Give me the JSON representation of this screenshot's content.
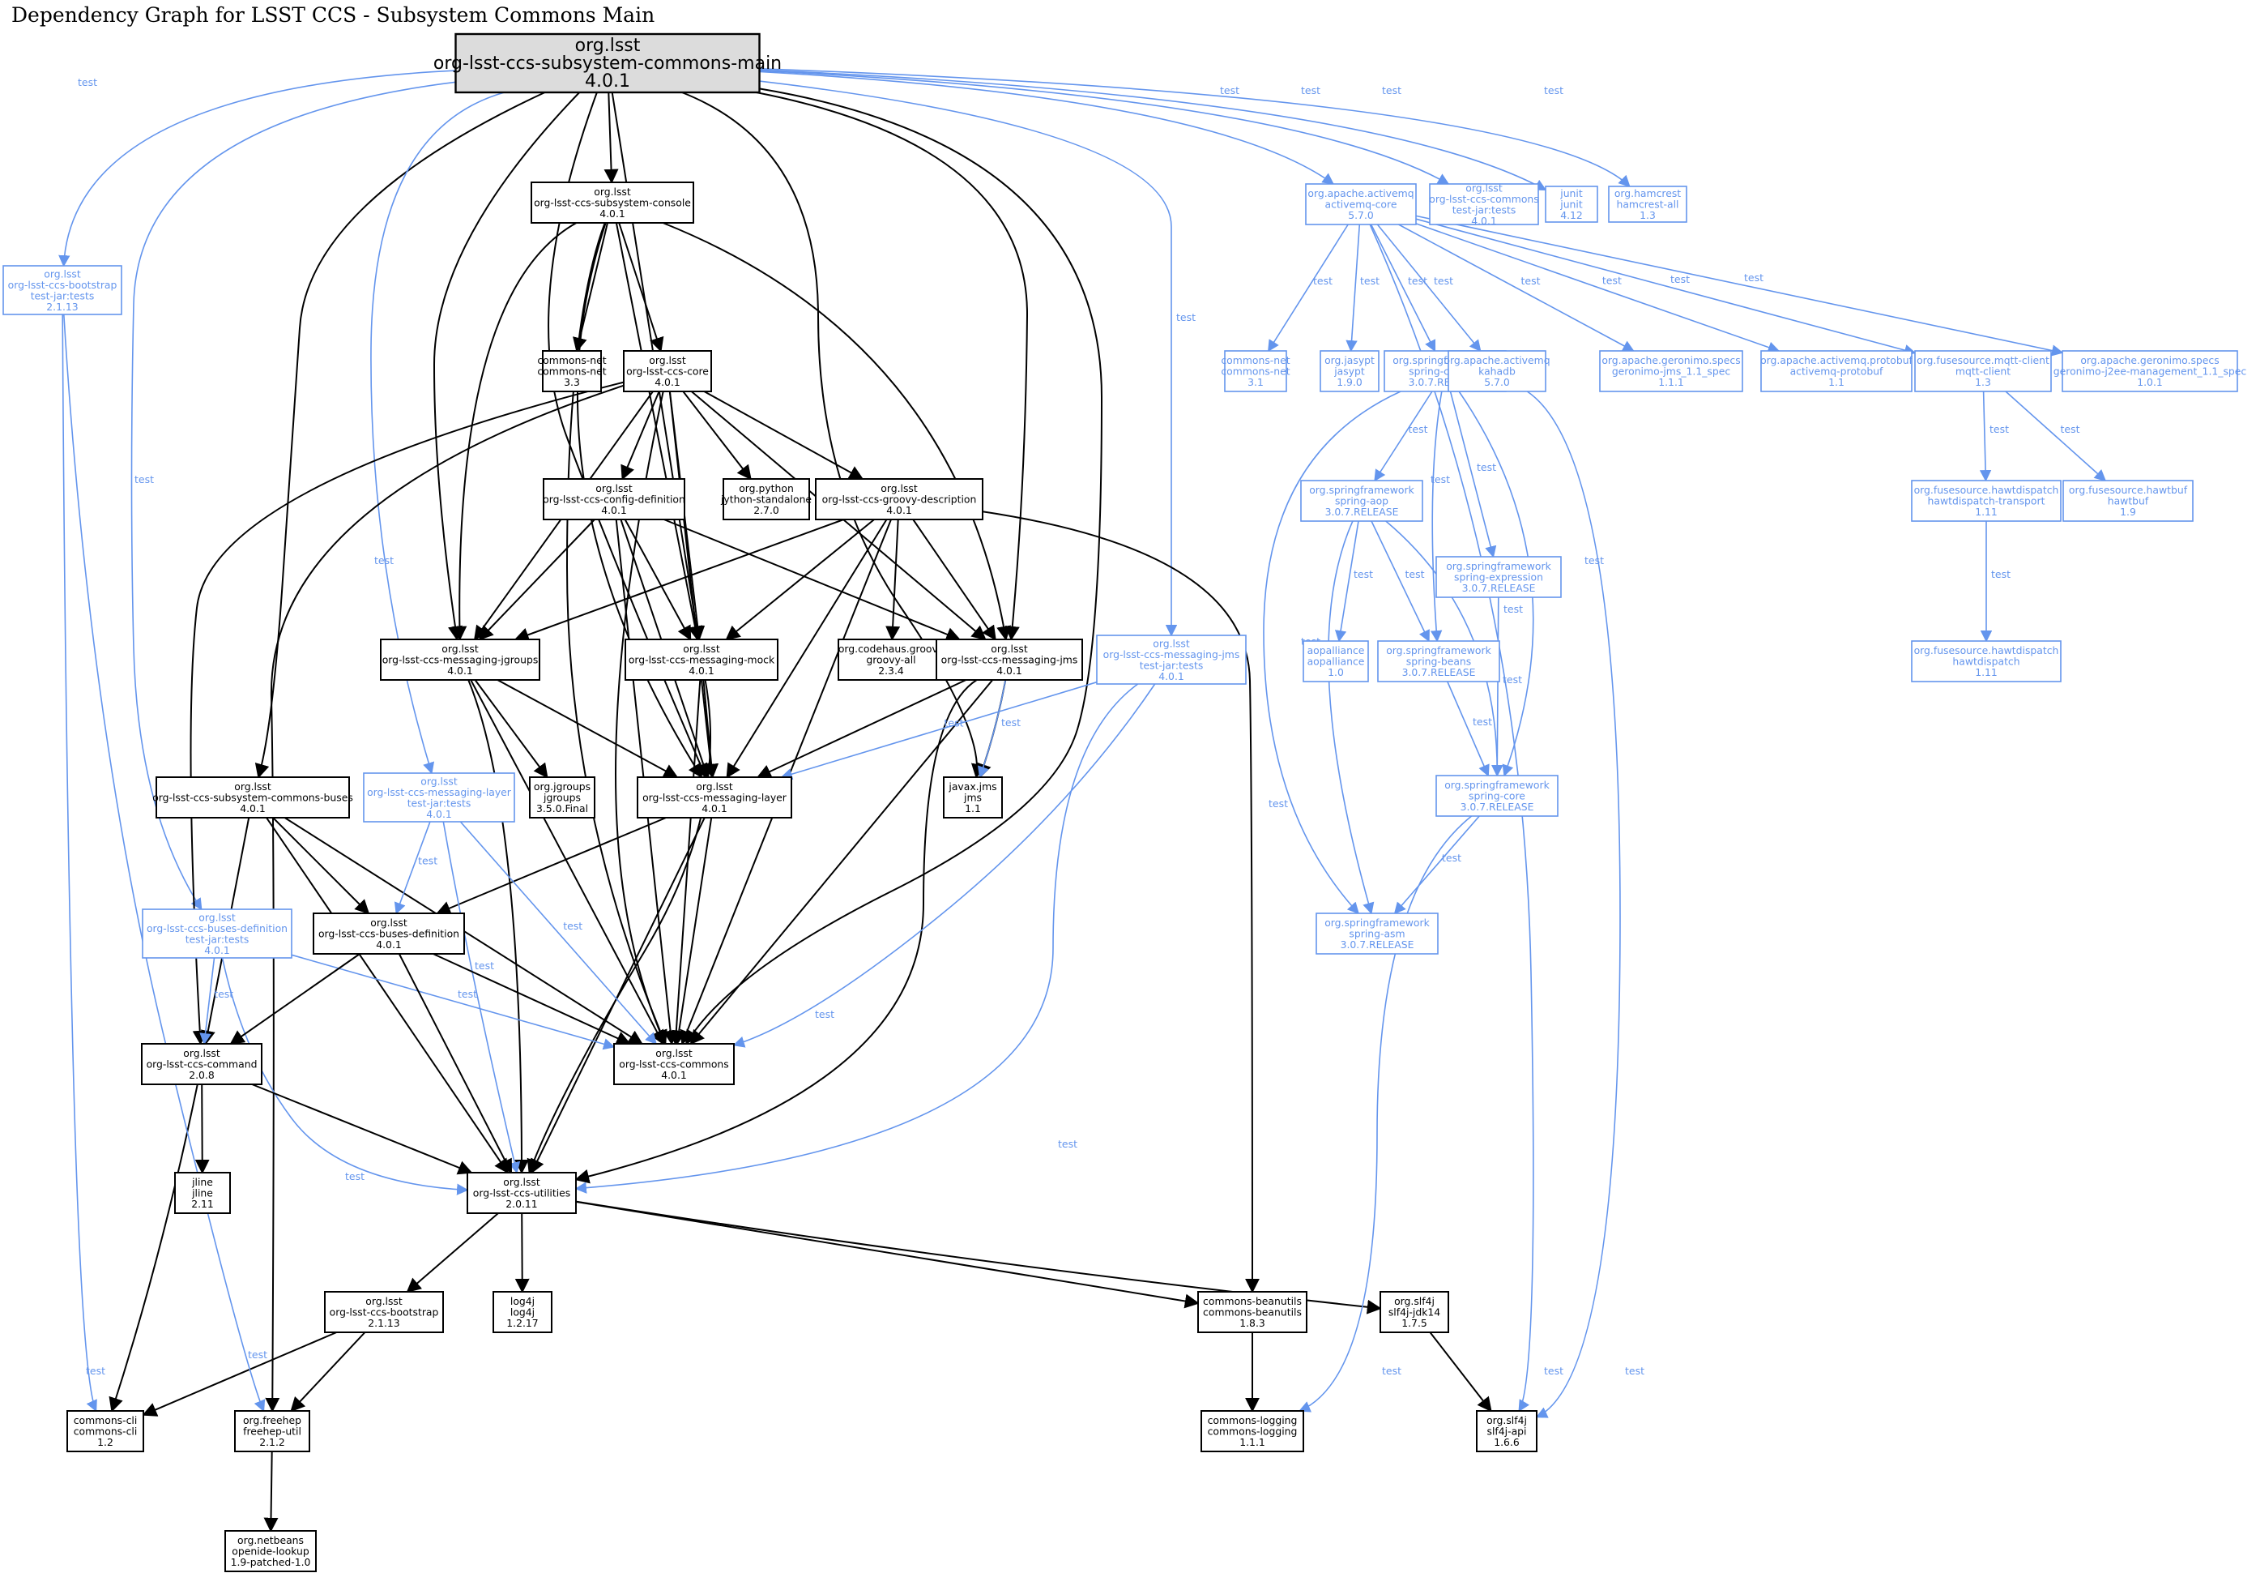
{
  "title": "Dependency Graph for LSST CCS - Subsystem Commons Main",
  "colors": {
    "compile": "#000000",
    "test": "#6495ed",
    "root_fill": "#dcdcdc"
  },
  "nodes": {
    "root": {
      "lines": [
        "org.lsst",
        "org-lsst-ccs-subsystem-commons-main",
        "4.0.1"
      ],
      "root": true
    },
    "console": {
      "lines": [
        "org.lsst",
        "org-lsst-ccs-subsystem-console",
        "4.0.1"
      ]
    },
    "commons_net": {
      "lines": [
        "commons-net",
        "commons-net",
        "3.3"
      ]
    },
    "core": {
      "lines": [
        "org.lsst",
        "org-lsst-ccs-core",
        "4.0.1"
      ]
    },
    "config_def": {
      "lines": [
        "org.lsst",
        "org-lsst-ccs-config-definition",
        "4.0.1"
      ]
    },
    "jython": {
      "lines": [
        "org.python",
        "jython-standalone",
        "2.7.0"
      ]
    },
    "groovy_desc": {
      "lines": [
        "org.lsst",
        "org-lsst-ccs-groovy-description",
        "4.0.1"
      ]
    },
    "jgroups_msg": {
      "lines": [
        "org.lsst",
        "org-lsst-ccs-messaging-jgroups",
        "4.0.1"
      ]
    },
    "msg_mock": {
      "lines": [
        "org.lsst",
        "org-lsst-ccs-messaging-mock",
        "4.0.1"
      ]
    },
    "groovy_all": {
      "lines": [
        "org.codehaus.groovy",
        "groovy-all",
        "2.3.4"
      ]
    },
    "msg_jms": {
      "lines": [
        "org.lsst",
        "org-lsst-ccs-messaging-jms",
        "4.0.1"
      ]
    },
    "jms_tests": {
      "lines": [
        "org.lsst",
        "org-lsst-ccs-messaging-jms",
        "test-jar:tests",
        "4.0.1"
      ],
      "test": true
    },
    "buses": {
      "lines": [
        "org.lsst",
        "org-lsst-ccs-subsystem-commons-buses",
        "4.0.1"
      ]
    },
    "layer_tests": {
      "lines": [
        "org.lsst",
        "org-lsst-ccs-messaging-layer",
        "test-jar:tests",
        "4.0.1"
      ],
      "test": true
    },
    "jgroups": {
      "lines": [
        "org.jgroups",
        "jgroups",
        "3.5.0.Final"
      ]
    },
    "msg_layer": {
      "lines": [
        "org.lsst",
        "org-lsst-ccs-messaging-layer",
        "4.0.1"
      ]
    },
    "javax_jms": {
      "lines": [
        "javax.jms",
        "jms",
        "1.1"
      ]
    },
    "bootstrap_tests": {
      "lines": [
        "org.lsst",
        "org-lsst-ccs-bootstrap",
        "test-jar:tests",
        "2.1.13"
      ],
      "test": true
    },
    "buses_def_tests": {
      "lines": [
        "org.lsst",
        "org-lsst-ccs-buses-definition",
        "test-jar:tests",
        "4.0.1"
      ],
      "test": true
    },
    "buses_def": {
      "lines": [
        "org.lsst",
        "org-lsst-ccs-buses-definition",
        "4.0.1"
      ]
    },
    "command": {
      "lines": [
        "org.lsst",
        "org-lsst-ccs-command",
        "2.0.8"
      ]
    },
    "ccs_commons": {
      "lines": [
        "org.lsst",
        "org-lsst-ccs-commons",
        "4.0.1"
      ]
    },
    "jline": {
      "lines": [
        "jline",
        "jline",
        "2.11"
      ]
    },
    "utilities": {
      "lines": [
        "org.lsst",
        "org-lsst-ccs-utilities",
        "2.0.11"
      ]
    },
    "bootstrap": {
      "lines": [
        "org.lsst",
        "org-lsst-ccs-bootstrap",
        "2.1.13"
      ]
    },
    "log4j": {
      "lines": [
        "log4j",
        "log4j",
        "1.2.17"
      ]
    },
    "beanutils": {
      "lines": [
        "commons-beanutils",
        "commons-beanutils",
        "1.8.3"
      ]
    },
    "slf4j_jdk": {
      "lines": [
        "org.slf4j",
        "slf4j-jdk14",
        "1.7.5"
      ]
    },
    "commons_cli": {
      "lines": [
        "commons-cli",
        "commons-cli",
        "1.2"
      ]
    },
    "freehep": {
      "lines": [
        "org.freehep",
        "freehep-util",
        "2.1.2"
      ]
    },
    "commons_logging": {
      "lines": [
        "commons-logging",
        "commons-logging",
        "1.1.1"
      ]
    },
    "slf4j_api": {
      "lines": [
        "org.slf4j",
        "slf4j-api",
        "1.6.6"
      ]
    },
    "openide": {
      "lines": [
        "org.netbeans",
        "openide-lookup",
        "1.9-patched-1.0"
      ]
    },
    "amq_core": {
      "lines": [
        "org.apache.activemq",
        "activemq-core",
        "5.7.0"
      ],
      "test": true
    },
    "commons_tests": {
      "lines": [
        "org.lsst",
        "org-lsst-ccs-commons",
        "test-jar:tests",
        "4.0.1"
      ],
      "test": true
    },
    "junit": {
      "lines": [
        "junit",
        "junit",
        "4.12"
      ],
      "test": true
    },
    "hamcrest": {
      "lines": [
        "org.hamcrest",
        "hamcrest-all",
        "1.3"
      ],
      "test": true
    },
    "t_commons_net": {
      "lines": [
        "commons-net",
        "commons-net",
        "3.1"
      ],
      "test": true
    },
    "jasypt": {
      "lines": [
        "org.jasypt",
        "jasypt",
        "1.9.0"
      ],
      "test": true
    },
    "spring_context": {
      "lines": [
        "org.springframework",
        "spring-context",
        "3.0.7.RELEASE"
      ],
      "test": true
    },
    "kahadb": {
      "lines": [
        "org.apache.activemq",
        "kahadb",
        "5.7.0"
      ],
      "test": true
    },
    "geronimo_jms": {
      "lines": [
        "org.apache.geronimo.specs",
        "geronimo-jms_1.1_spec",
        "1.1.1"
      ],
      "test": true
    },
    "amq_protobuf": {
      "lines": [
        "org.apache.activemq.protobuf",
        "activemq-protobuf",
        "1.1"
      ],
      "test": true
    },
    "mqtt": {
      "lines": [
        "org.fusesource.mqtt-client",
        "mqtt-client",
        "1.3"
      ],
      "test": true
    },
    "geronimo_j2ee": {
      "lines": [
        "org.apache.geronimo.specs",
        "geronimo-j2ee-management_1.1_spec",
        "1.0.1"
      ],
      "test": true
    },
    "spring_aop": {
      "lines": [
        "org.springframework",
        "spring-aop",
        "3.0.7.RELEASE"
      ],
      "test": true
    },
    "spring_expr": {
      "lines": [
        "org.springframework",
        "spring-expression",
        "3.0.7.RELEASE"
      ],
      "test": true
    },
    "aopalliance": {
      "lines": [
        "aopalliance",
        "aopalliance",
        "1.0"
      ],
      "test": true
    },
    "spring_beans": {
      "lines": [
        "org.springframework",
        "spring-beans",
        "3.0.7.RELEASE"
      ],
      "test": true
    },
    "spring_core": {
      "lines": [
        "org.springframework",
        "spring-core",
        "3.0.7.RELEASE"
      ],
      "test": true
    },
    "spring_asm": {
      "lines": [
        "org.springframework",
        "spring-asm",
        "3.0.7.RELEASE"
      ],
      "test": true
    },
    "hawt_transport": {
      "lines": [
        "org.fusesource.hawtdispatch",
        "hawtdispatch-transport",
        "1.11"
      ],
      "test": true
    },
    "hawtbuf": {
      "lines": [
        "org.fusesource.hawtbuf",
        "hawtbuf",
        "1.9"
      ],
      "test": true
    },
    "hawtdispatch": {
      "lines": [
        "org.fusesource.hawtdispatch",
        "hawtdispatch",
        "1.11"
      ],
      "test": true
    }
  },
  "edges": [
    {
      "from": "root",
      "to": "console"
    },
    {
      "from": "root",
      "to": "buses"
    },
    {
      "from": "root",
      "to": "jgroups_msg"
    },
    {
      "from": "root",
      "to": "msg_layer"
    },
    {
      "from": "root",
      "to": "ccs_commons"
    },
    {
      "from": "root",
      "to": "msg_mock"
    },
    {
      "from": "root",
      "to": "msg_jms"
    },
    {
      "from": "root",
      "to": "javax_jms"
    },
    {
      "from": "root",
      "to": "bootstrap_tests",
      "label": "test"
    },
    {
      "from": "root",
      "to": "buses_def_tests",
      "label": "test"
    },
    {
      "from": "root",
      "to": "layer_tests",
      "label": "test"
    },
    {
      "from": "root",
      "to": "jms_tests",
      "label": "test"
    },
    {
      "from": "root",
      "to": "amq_core",
      "label": "test"
    },
    {
      "from": "root",
      "to": "commons_tests",
      "label": "test"
    },
    {
      "from": "root",
      "to": "junit",
      "label": "test"
    },
    {
      "from": "root",
      "to": "hamcrest",
      "label": "test"
    },
    {
      "from": "console",
      "to": "commons_net"
    },
    {
      "from": "console",
      "to": "core"
    },
    {
      "from": "console",
      "to": "jgroups_msg"
    },
    {
      "from": "console",
      "to": "msg_mock"
    },
    {
      "from": "console",
      "to": "msg_jms"
    },
    {
      "from": "console",
      "to": "msg_layer"
    },
    {
      "from": "console",
      "to": "ccs_commons"
    },
    {
      "from": "core",
      "to": "config_def"
    },
    {
      "from": "core",
      "to": "jython"
    },
    {
      "from": "core",
      "to": "groovy_desc"
    },
    {
      "from": "core",
      "to": "jgroups_msg"
    },
    {
      "from": "core",
      "to": "msg_mock"
    },
    {
      "from": "core",
      "to": "msg_jms"
    },
    {
      "from": "core",
      "to": "msg_layer"
    },
    {
      "from": "core",
      "to": "command"
    },
    {
      "from": "core",
      "to": "freehep"
    },
    {
      "from": "core",
      "to": "ccs_commons"
    },
    {
      "from": "config_def",
      "to": "jgroups_msg"
    },
    {
      "from": "config_def",
      "to": "msg_mock"
    },
    {
      "from": "config_def",
      "to": "msg_jms"
    },
    {
      "from": "config_def",
      "to": "msg_layer"
    },
    {
      "from": "config_def",
      "to": "ccs_commons"
    },
    {
      "from": "groovy_desc",
      "to": "groovy_all"
    },
    {
      "from": "groovy_desc",
      "to": "jgroups_msg"
    },
    {
      "from": "groovy_desc",
      "to": "msg_mock"
    },
    {
      "from": "groovy_desc",
      "to": "msg_jms"
    },
    {
      "from": "groovy_desc",
      "to": "msg_layer"
    },
    {
      "from": "groovy_desc",
      "to": "ccs_commons"
    },
    {
      "from": "groovy_desc",
      "to": "beanutils"
    },
    {
      "from": "jgroups_msg",
      "to": "jgroups"
    },
    {
      "from": "jgroups_msg",
      "to": "msg_layer"
    },
    {
      "from": "jgroups_msg",
      "to": "ccs_commons"
    },
    {
      "from": "jgroups_msg",
      "to": "utilities"
    },
    {
      "from": "msg_mock",
      "to": "msg_layer"
    },
    {
      "from": "msg_mock",
      "to": "ccs_commons"
    },
    {
      "from": "msg_mock",
      "to": "utilities"
    },
    {
      "from": "msg_jms",
      "to": "javax_jms"
    },
    {
      "from": "msg_jms",
      "to": "msg_layer"
    },
    {
      "from": "msg_jms",
      "to": "ccs_commons"
    },
    {
      "from": "msg_jms",
      "to": "utilities"
    },
    {
      "from": "msg_jms",
      "to": "javax_jms",
      "label": "test"
    },
    {
      "from": "jms_tests",
      "to": "msg_layer",
      "label": "test"
    },
    {
      "from": "jms_tests",
      "to": "ccs_commons",
      "label": "test"
    },
    {
      "from": "jms_tests",
      "to": "utilities",
      "label": "test"
    },
    {
      "from": "msg_layer",
      "to": "buses_def"
    },
    {
      "from": "msg_layer",
      "to": "ccs_commons"
    },
    {
      "from": "msg_layer",
      "to": "utilities"
    },
    {
      "from": "buses",
      "to": "buses_def"
    },
    {
      "from": "buses",
      "to": "command"
    },
    {
      "from": "buses",
      "to": "ccs_commons"
    },
    {
      "from": "buses",
      "to": "utilities"
    },
    {
      "from": "layer_tests",
      "to": "buses_def",
      "label": "test"
    },
    {
      "from": "layer_tests",
      "to": "ccs_commons",
      "label": "test"
    },
    {
      "from": "layer_tests",
      "to": "utilities",
      "label": "test"
    },
    {
      "from": "buses_def_tests",
      "to": "command",
      "label": "test"
    },
    {
      "from": "buses_def_tests",
      "to": "ccs_commons",
      "label": "test"
    },
    {
      "from": "buses_def_tests",
      "to": "utilities",
      "label": "test"
    },
    {
      "from": "buses_def",
      "to": "command"
    },
    {
      "from": "buses_def",
      "to": "ccs_commons"
    },
    {
      "from": "buses_def",
      "to": "utilities"
    },
    {
      "from": "command",
      "to": "jline"
    },
    {
      "from": "command",
      "to": "utilities"
    },
    {
      "from": "command",
      "to": "commons_cli"
    },
    {
      "from": "utilities",
      "to": "bootstrap"
    },
    {
      "from": "utilities",
      "to": "log4j"
    },
    {
      "from": "utilities",
      "to": "beanutils"
    },
    {
      "from": "utilities",
      "to": "slf4j_jdk"
    },
    {
      "from": "bootstrap",
      "to": "commons_cli"
    },
    {
      "from": "bootstrap",
      "to": "freehep"
    },
    {
      "from": "bootstrap_tests",
      "to": "commons_cli",
      "label": "test"
    },
    {
      "from": "bootstrap_tests",
      "to": "freehep",
      "label": "test"
    },
    {
      "from": "freehep",
      "to": "openide"
    },
    {
      "from": "beanutils",
      "to": "commons_logging"
    },
    {
      "from": "slf4j_jdk",
      "to": "slf4j_api"
    },
    {
      "from": "amq_core",
      "to": "t_commons_net",
      "label": "test"
    },
    {
      "from": "amq_core",
      "to": "jasypt",
      "label": "test"
    },
    {
      "from": "amq_core",
      "to": "spring_context",
      "label": "test"
    },
    {
      "from": "amq_core",
      "to": "kahadb",
      "label": "test"
    },
    {
      "from": "amq_core",
      "to": "geronimo_jms",
      "label": "test"
    },
    {
      "from": "amq_core",
      "to": "amq_protobuf",
      "label": "test"
    },
    {
      "from": "amq_core",
      "to": "mqtt",
      "label": "test"
    },
    {
      "from": "amq_core",
      "to": "geronimo_j2ee",
      "label": "test"
    },
    {
      "from": "amq_core",
      "to": "slf4j_api",
      "label": "test"
    },
    {
      "from": "kahadb",
      "to": "slf4j_api",
      "label": "test"
    },
    {
      "from": "spring_context",
      "to": "spring_aop",
      "label": "test"
    },
    {
      "from": "spring_context",
      "to": "spring_expr",
      "label": "test"
    },
    {
      "from": "spring_context",
      "to": "spring_beans",
      "label": "test"
    },
    {
      "from": "spring_context",
      "to": "spring_core",
      "label": "test"
    },
    {
      "from": "spring_context",
      "to": "spring_asm",
      "label": "test"
    },
    {
      "from": "spring_aop",
      "to": "aopalliance",
      "label": "test"
    },
    {
      "from": "spring_aop",
      "to": "spring_beans",
      "label": "test"
    },
    {
      "from": "spring_aop",
      "to": "spring_core",
      "label": "test"
    },
    {
      "from": "spring_aop",
      "to": "spring_asm",
      "label": "test"
    },
    {
      "from": "spring_expr",
      "to": "spring_core",
      "label": "test"
    },
    {
      "from": "spring_beans",
      "to": "spring_core",
      "label": "test"
    },
    {
      "from": "spring_core",
      "to": "spring_asm",
      "label": "test"
    },
    {
      "from": "spring_core",
      "to": "commons_logging",
      "label": "test"
    },
    {
      "from": "mqtt",
      "to": "hawt_transport",
      "label": "test"
    },
    {
      "from": "mqtt",
      "to": "hawtbuf",
      "label": "test"
    },
    {
      "from": "hawt_transport",
      "to": "hawtdispatch",
      "label": "test"
    }
  ]
}
